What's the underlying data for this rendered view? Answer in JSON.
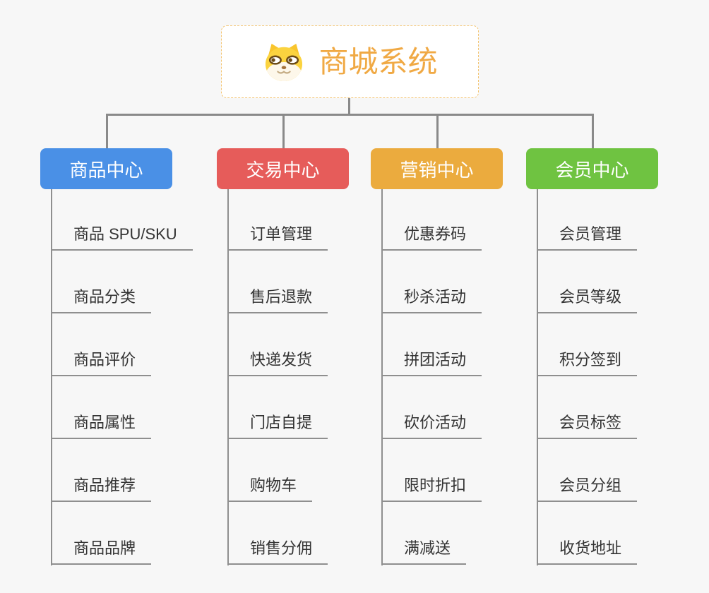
{
  "app": {
    "type": "mindmap",
    "background": "#f7f7f7"
  },
  "colors": {
    "connector": "#8a8a8a",
    "item_line": "#8f8f8f",
    "item_text": "#333333",
    "root_text": "#f0a944",
    "root_border": "#f3c36f"
  },
  "root": {
    "title": "商城系统",
    "icon": "shiba-dog-icon"
  },
  "branches": [
    {
      "label": "商品中心",
      "color": "#4a90e6",
      "items": [
        "商品 SPU/SKU",
        "商品分类",
        "商品评价",
        "商品属性",
        "商品推荐",
        "商品品牌"
      ]
    },
    {
      "label": "交易中心",
      "color": "#e65c5a",
      "items": [
        "订单管理",
        "售后退款",
        "快递发货",
        "门店自提",
        "购物车",
        "销售分佣"
      ]
    },
    {
      "label": "营销中心",
      "color": "#ebab3e",
      "items": [
        "优惠券码",
        "秒杀活动",
        "拼团活动",
        "砍价活动",
        "限时折扣",
        "满减送"
      ]
    },
    {
      "label": "会员中心",
      "color": "#6fc341",
      "items": [
        "会员管理",
        "会员等级",
        "积分签到",
        "会员标签",
        "会员分组",
        "收货地址"
      ]
    }
  ]
}
